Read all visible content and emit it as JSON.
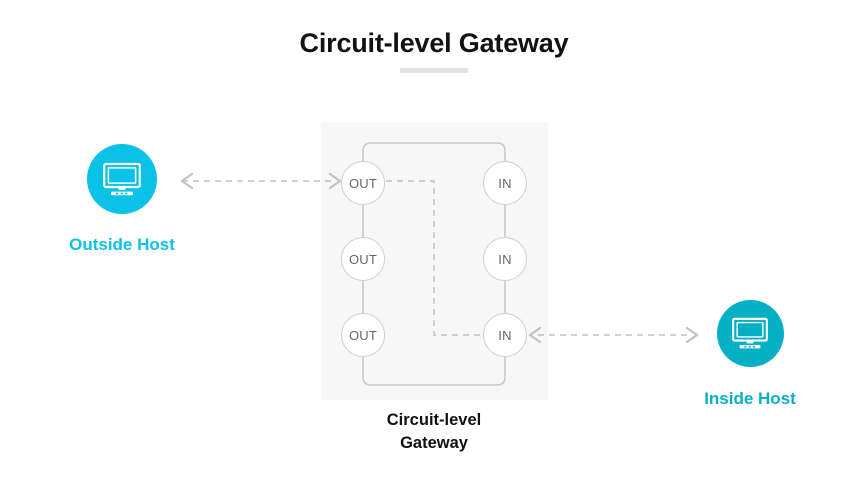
{
  "page": {
    "title": "Circuit-level Gateway",
    "background_color": "#ffffff"
  },
  "colors": {
    "outside_host": "#0ac2e8",
    "inside_host": "#06b0c4",
    "gateway_panel": "#f7f7f7",
    "line": "#c9c9c9",
    "dashed_line": "#c9c9c9",
    "title_text": "#121212",
    "port_text": "#666666",
    "divider": "#e2e2e2"
  },
  "hosts": {
    "outside": {
      "label": "Outside Host",
      "icon": "desktop-monitor-icon"
    },
    "inside": {
      "label": "Inside Host",
      "icon": "desktop-monitor-icon"
    }
  },
  "gateway": {
    "caption_line1": "Circuit-level",
    "caption_line2": "Gateway",
    "out_ports": [
      {
        "label": "OUT"
      },
      {
        "label": "OUT"
      },
      {
        "label": "OUT"
      }
    ],
    "in_ports": [
      {
        "label": "IN"
      },
      {
        "label": "IN"
      },
      {
        "label": "IN"
      }
    ]
  },
  "connectors": {
    "outside_link": {
      "style": "dashed",
      "arrowheads": "both",
      "from": "Outside Host",
      "to": "OUT port 1"
    },
    "inside_link": {
      "style": "dashed",
      "arrowheads": "both",
      "from": "IN port 3",
      "to": "Inside Host"
    },
    "internal_circuit": {
      "style": "dashed",
      "arrowheads": "none",
      "from": "OUT port 1",
      "to": "IN port 3"
    }
  }
}
